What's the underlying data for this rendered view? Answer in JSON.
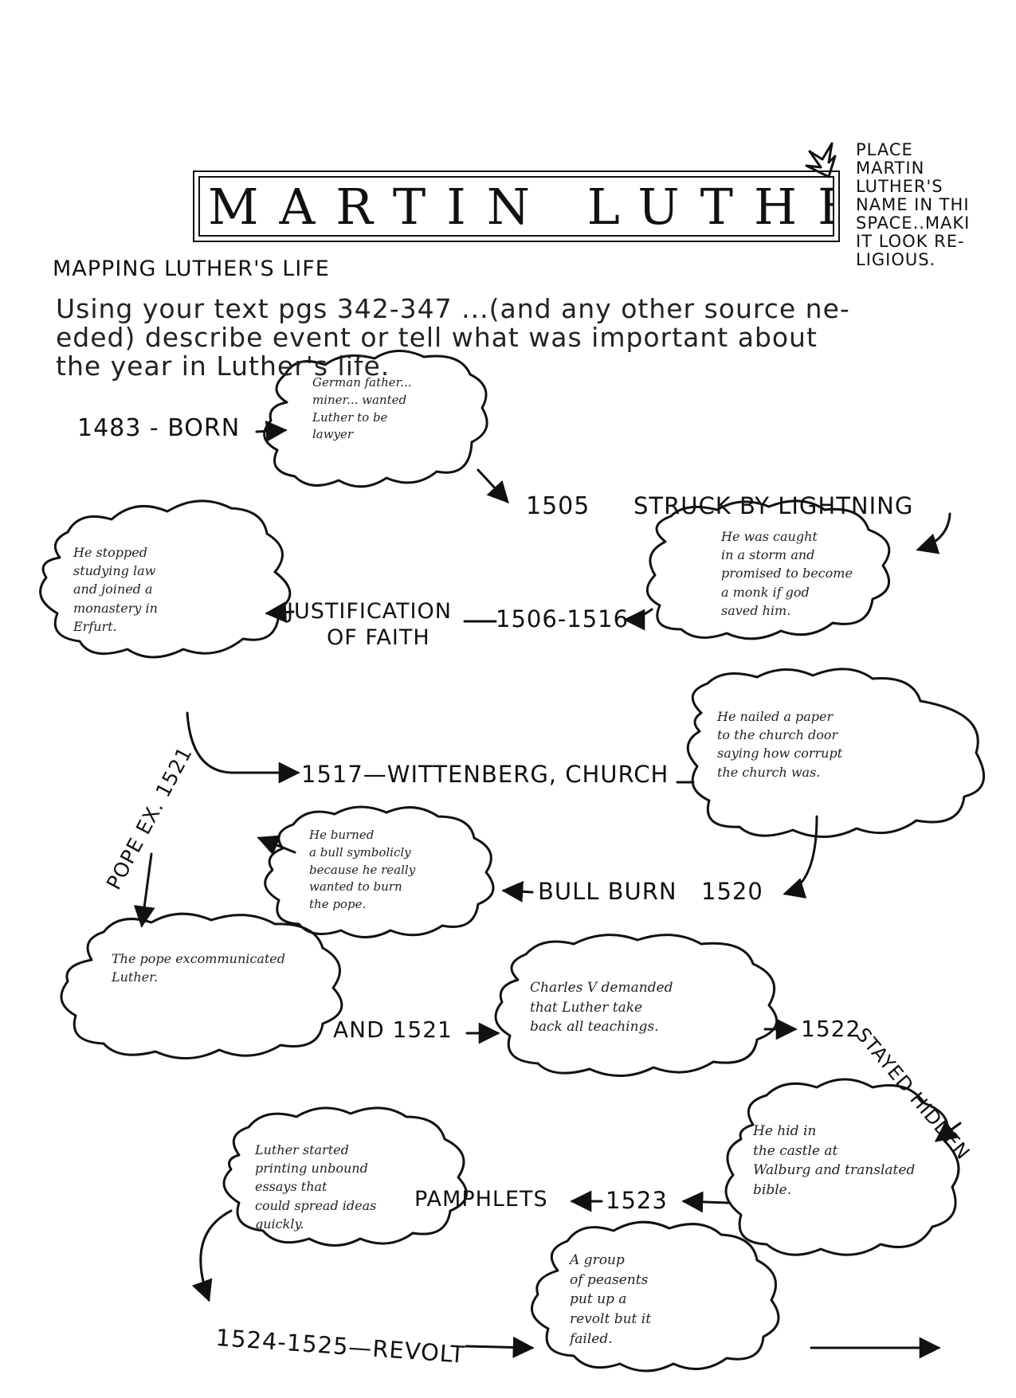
{
  "title_box": {
    "name": "MARTIN LUTHER"
  },
  "instruction_note": "PLACE\nMARTIN\nLUTHER'S\nNAME IN THI\nSPACE..MAKI\nIT LOOK RE-\nLIGIOUS.",
  "heading": "MAPPING LUTHER'S LIFE",
  "intro": {
    "line1": "Using your text pgs 342-347 ...(and any other source ne-",
    "line2": "eded) describe event or tell what was important about",
    "line3": "the year in Luther's life."
  },
  "events": {
    "born": "1483 - BORN",
    "struck_year": "1505",
    "struck_label": "STRUCK BY LIGHTNING",
    "justification_line1": "JUSTIFICATION",
    "justification_line2": "OF FAITH",
    "years_1506": "1506-1516",
    "wittenberg": "1517—WITTENBERG, CHURCH",
    "bull_burn": "BULL BURN",
    "year_1520": "1520",
    "pope_ex": "POPE EX. 1521",
    "and_1521": "AND 1521",
    "year_1522": "1522",
    "stayed_hidden": "STAYED HIDDEN",
    "pamphlets": "PAMPHLETS",
    "year_1523": "1523",
    "revolt": "1524-1525—REVOLT"
  },
  "notes": {
    "born": "German father...\nminer... wanted\nLuther to be\nlawyer",
    "lightning": "He was caught\nin a storm and\npromised to become\na monk if god\nsaved him.",
    "monastery": "He stopped\nstudying law\nand joined a\nmonastery in\nErfurt.",
    "church_door": "He nailed a paper\nto the church door\nsaying how corrupt\nthe church was.",
    "bull": "He burned\na bull symbolicly\nbecause he really\nwanted to burn\nthe pope.",
    "excommunicated": "The pope excommunicated\nLuther.",
    "charles": "Charles V demanded\nthat Luther take\nback all teachings.",
    "castle": "He hid in\nthe castle at\nWalburg and translated\nbible.",
    "printing": "Luther started\nprinting unbound\nessays that\ncould spread ideas\nquickly.",
    "peasants": "A group\nof peasents\nput up a\nrevolt but it\nfailed."
  }
}
